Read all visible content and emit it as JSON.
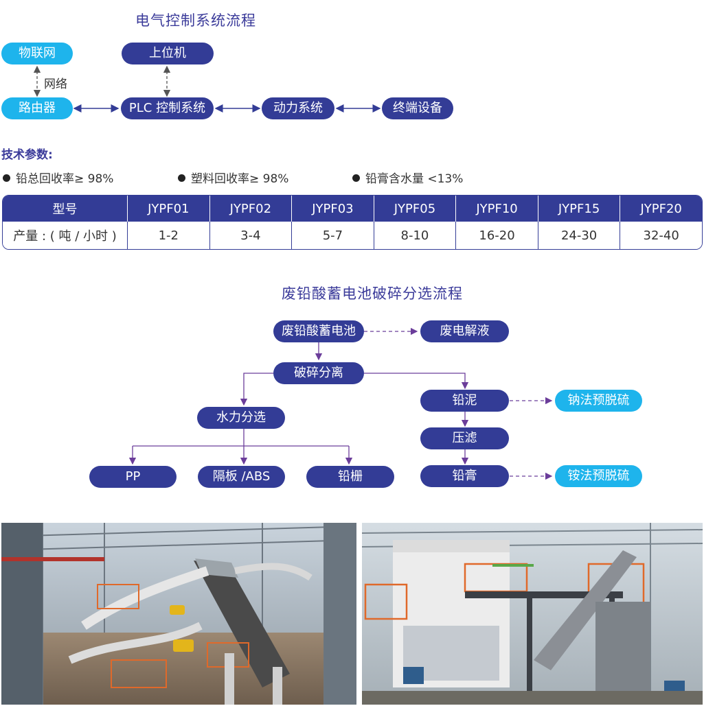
{
  "electrical": {
    "title": "电气控制系统流程",
    "iot": "物联网",
    "host": "上位机",
    "network_label": "网络",
    "router": "路由器",
    "plc": "PLC 控制系统",
    "power": "动力系统",
    "terminal": "终端设备"
  },
  "tech": {
    "title": "技术参数:",
    "params": [
      "铅总回收率≥ 98%",
      "塑料回收率≥ 98%",
      "铅膏含水量 <13%"
    ]
  },
  "spec_table": {
    "headers": [
      "型号",
      "JYPF01",
      "JYPF02",
      "JYPF03",
      "JYPF05",
      "JYPF10",
      "JYPF15",
      "JYPF20"
    ],
    "row": [
      "产量 : ( 吨 / 小时 )",
      "1-2",
      "3-4",
      "5-7",
      "8-10",
      "16-20",
      "24-30",
      "32-40"
    ]
  },
  "process": {
    "title": "废铅酸蓄电池破碎分选流程",
    "battery": "废铅酸蓄电池",
    "electrolyte": "废电解液",
    "crush": "破碎分离",
    "water_sort": "水力分选",
    "pp": "PP",
    "separator": "隔板 /ABS",
    "grid": "铅栅",
    "mud": "铅泥",
    "press": "压滤",
    "paste": "铅膏",
    "sodium": "钠法预脱硫",
    "ammonium": "铵法预脱硫"
  },
  "colors": {
    "navy": "#333c96",
    "cyan": "#1eb4ec",
    "title": "#3b3b9a"
  }
}
